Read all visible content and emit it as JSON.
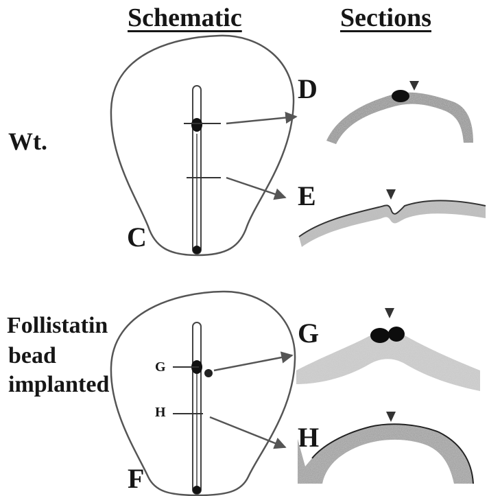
{
  "headings": {
    "schematic": "Schematic",
    "sections": "Sections"
  },
  "conditions": {
    "wildtype": "Wt.",
    "treatment_line1": "Follistatin",
    "treatment_line2": "bead",
    "treatment_line3": "implanted"
  },
  "panels": {
    "c": "C",
    "d": "D",
    "e": "E",
    "f": "F",
    "g": "G",
    "h": "H"
  },
  "cut_labels": {
    "g": "G",
    "h": "H"
  }
}
